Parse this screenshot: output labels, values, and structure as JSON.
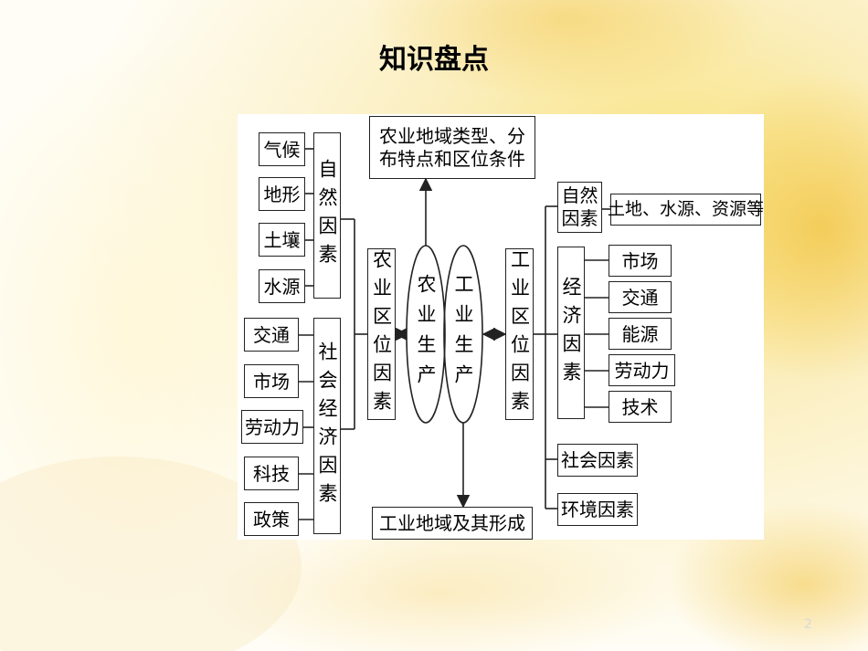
{
  "title": "知识盘点",
  "page_number": "2",
  "top_box": "农业地域类型、分布特点和区位条件",
  "bottom_box": "工业地域及其形成",
  "agri": {
    "ellipse": "农业生产",
    "location": "农业区位因素",
    "natural_group": "自然因素",
    "natural_items": [
      "气候",
      "地形",
      "土壤",
      "水源"
    ],
    "social_group": "社会经济因素",
    "social_items": [
      "交通",
      "市场",
      "劳动力",
      "科技",
      "政策"
    ]
  },
  "industry": {
    "ellipse": "工业生产",
    "location": "工业区位因素",
    "natural_group": "自然因素",
    "natural_detail": "土地、水源、资源等",
    "economic_group": "经济因素",
    "economic_items": [
      "市场",
      "交通",
      "能源",
      "劳动力",
      "技术"
    ],
    "social": "社会因素",
    "environment": "环境因素"
  },
  "colors": {
    "line": "#222222",
    "bg_yellow": "#f7e48a"
  }
}
